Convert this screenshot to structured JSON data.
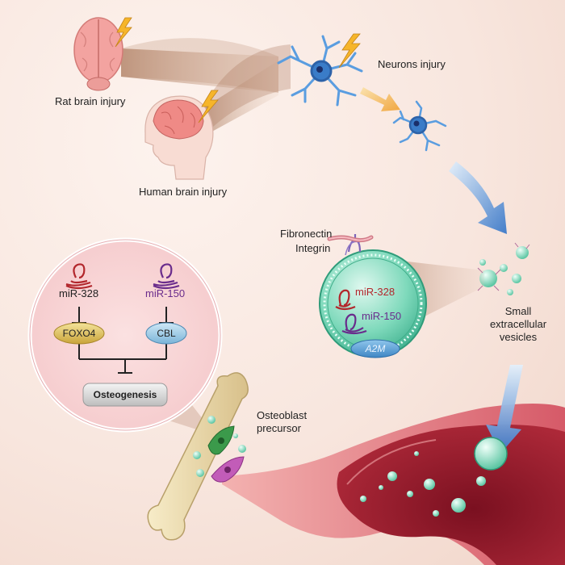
{
  "labels": {
    "rat_brain": "Rat brain injury",
    "human_brain": "Human brain injury",
    "neurons": "Neurons injury",
    "fibronectin": "Fibronectin",
    "integrin": "Integrin",
    "sev_line1": "Small",
    "sev_line2": "extracellular",
    "sev_line3": "vesicles",
    "osteoblast_line1": "Osteoblast",
    "osteoblast_line2": "precursor"
  },
  "vesicle": {
    "mir1": "miR-328",
    "mir2": "miR-150",
    "protein": "A2M"
  },
  "pathway": {
    "mir1": "miR-328",
    "mir2": "miR-150",
    "target1": "FOXO4",
    "target2": "CBL",
    "outcome": "Osteogenesis"
  },
  "colors": {
    "mir328": "#b2272c",
    "mir150": "#6a2c8c",
    "foxo4": "#d9b84a",
    "cbl": "#8cc3e0",
    "vesicle": "#6fd3b2",
    "neuron": "#4a90d9",
    "vessel": "#c8475a",
    "bone": "#ecdcb0"
  }
}
